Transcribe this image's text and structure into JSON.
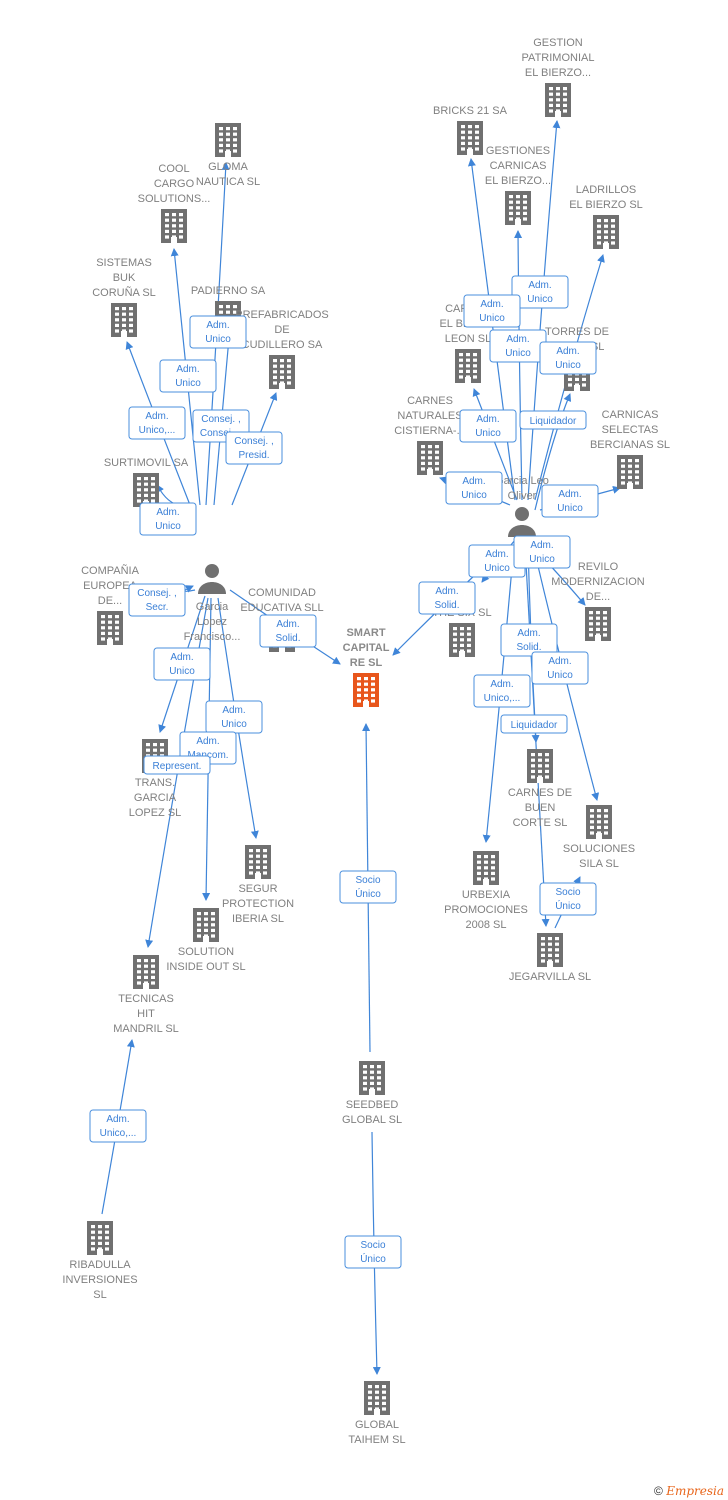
{
  "colors": {
    "edge": "#3f85d8",
    "node": "#707070",
    "focus": "#e8561c",
    "label": "#808080",
    "box_border": "#4a8fde"
  },
  "focus_node": "smart",
  "nodes": [
    {
      "id": "gloma",
      "kind": "company",
      "label": [
        "GLOMA",
        "NAUTICA SL"
      ]
    },
    {
      "id": "cool",
      "kind": "company",
      "label": [
        "COOL",
        "CARGO",
        "SOLUTIONS..."
      ]
    },
    {
      "id": "sistemas",
      "kind": "company",
      "label": [
        "SISTEMAS",
        "BUK",
        "CORUÑA SL"
      ]
    },
    {
      "id": "padierno",
      "kind": "company",
      "label": [
        "PADIERNO SA"
      ]
    },
    {
      "id": "prefab",
      "kind": "company",
      "label": [
        "PREFABRICADOS",
        "DE",
        "CUDILLERO SA"
      ]
    },
    {
      "id": "surtimovil",
      "kind": "company",
      "label": [
        "SURTIMOVIL SA"
      ]
    },
    {
      "id": "garcia_lopez",
      "kind": "person",
      "label": [
        "Garcia",
        "Lopez",
        "Francisco..."
      ]
    },
    {
      "id": "compania",
      "kind": "company",
      "label": [
        "COMPAÑIA",
        "EUROPEA",
        "DE..."
      ]
    },
    {
      "id": "comunidad",
      "kind": "company",
      "label": [
        "COMUNIDAD",
        "EDUCATIVA SLL"
      ]
    },
    {
      "id": "smart",
      "kind": "company",
      "label": [
        "SMART",
        "CAPITAL",
        "RE  SL"
      ]
    },
    {
      "id": "trans",
      "kind": "company",
      "label": [
        "TRANS.",
        "GARCIA",
        "LOPEZ SL"
      ]
    },
    {
      "id": "segur",
      "kind": "company",
      "label": [
        "SEGUR",
        "PROTECTION",
        "IBERIA SL"
      ]
    },
    {
      "id": "solution",
      "kind": "company",
      "label": [
        "SOLUTION",
        "INSIDE OUT SL"
      ]
    },
    {
      "id": "tecnicas",
      "kind": "company",
      "label": [
        "TECNICAS",
        "HIT",
        "MANDRIL SL"
      ]
    },
    {
      "id": "ribadulla",
      "kind": "company",
      "label": [
        "RIBADULLA",
        "INVERSIONES",
        "SL"
      ]
    },
    {
      "id": "seedbed",
      "kind": "company",
      "label": [
        "SEEDBED",
        "GLOBAL  SL"
      ]
    },
    {
      "id": "taihem",
      "kind": "company",
      "label": [
        "GLOBAL",
        "TAIHEM SL"
      ]
    },
    {
      "id": "gestion",
      "kind": "company",
      "label": [
        "GESTION",
        "PATRIMONIAL",
        "EL BIERZO..."
      ]
    },
    {
      "id": "bricks",
      "kind": "company",
      "label": [
        "BRICKS 21 SA"
      ]
    },
    {
      "id": "gestiones",
      "kind": "company",
      "label": [
        "GESTIONES",
        "CARNICAS",
        "EL BIERZO..."
      ]
    },
    {
      "id": "ladrillos",
      "kind": "company",
      "label": [
        "LADRILLOS",
        "EL BIERZO SL"
      ]
    },
    {
      "id": "carnes_leon",
      "kind": "company",
      "label": [
        "CARNES",
        "EL BIERZO",
        "LEON SL"
      ]
    },
    {
      "id": "torres",
      "kind": "company",
      "label": [
        "TORRES DE",
        "MARTE SL"
      ]
    },
    {
      "id": "carnes_nat",
      "kind": "company",
      "label": [
        "CARNES",
        "NATURALES",
        "CISTIERNA-..."
      ]
    },
    {
      "id": "carnicas",
      "kind": "company",
      "label": [
        "CARNICAS",
        "SELECTAS",
        "BERCIANAS SL"
      ]
    },
    {
      "id": "garcia_leo",
      "kind": "person",
      "label": [
        "Garcia Leo",
        "Oliver"
      ]
    },
    {
      "id": "les",
      "kind": "company",
      "label": [
        "LES",
        "THE SIX SL"
      ]
    },
    {
      "id": "revilo",
      "kind": "company",
      "label": [
        "REVILO",
        "MODERNIZACION",
        "DE..."
      ]
    },
    {
      "id": "carnes_buen",
      "kind": "company",
      "label": [
        "CARNES DE",
        "BUEN",
        "CORTE SL"
      ]
    },
    {
      "id": "soluciones",
      "kind": "company",
      "label": [
        "SOLUCIONES",
        "SILA SL"
      ]
    },
    {
      "id": "urbexia",
      "kind": "company",
      "label": [
        "URBEXIA",
        "PROMOCIONES",
        "2008 SL"
      ]
    },
    {
      "id": "jegarvilla",
      "kind": "company",
      "label": [
        "JEGARVILLA SL"
      ]
    }
  ],
  "edges": [
    {
      "from": "garcia_lopez",
      "to": "gloma",
      "label": [
        "Adm.",
        "Unico"
      ]
    },
    {
      "from": "garcia_lopez",
      "to": "cool",
      "label": [
        "Adm.",
        "Unico"
      ]
    },
    {
      "from": "garcia_lopez",
      "to": "sistemas",
      "label": [
        "Adm.",
        "Unico,..."
      ]
    },
    {
      "from": "garcia_lopez",
      "to": "padierno",
      "label": [
        "Consej. ,",
        "Consej...."
      ]
    },
    {
      "from": "garcia_lopez",
      "to": "prefab",
      "label": [
        "Consej. ,",
        "Presid."
      ]
    },
    {
      "from": "garcia_lopez",
      "to": "surtimovil",
      "label": [
        "Adm.",
        "Unico"
      ]
    },
    {
      "from": "garcia_lopez",
      "to": "compania",
      "label": [
        "Consej. ,",
        "Secr."
      ]
    },
    {
      "from": "garcia_lopez",
      "to": "smart",
      "label": [
        "Adm.",
        "Solid."
      ]
    },
    {
      "from": "garcia_lopez",
      "to": "trans",
      "label": [
        "Adm.",
        "Unico"
      ]
    },
    {
      "from": "garcia_lopez",
      "to": "segur",
      "label": [
        "Adm.",
        "Unico"
      ]
    },
    {
      "from": "garcia_lopez",
      "to": "solution",
      "label": [
        "Adm.",
        "Mancom."
      ]
    },
    {
      "from": "garcia_lopez",
      "to": "tecnicas",
      "label": [
        "Represent."
      ]
    },
    {
      "from": "ribadulla",
      "to": "tecnicas",
      "label": [
        "Adm.",
        "Unico,..."
      ]
    },
    {
      "from": "seedbed",
      "to": "smart",
      "label": [
        "Socio",
        "Único"
      ]
    },
    {
      "from": "seedbed",
      "to": "taihem",
      "label": [
        "Socio",
        "Único"
      ]
    },
    {
      "from": "garcia_leo",
      "to": "gestion",
      "label": [
        "Adm.",
        "Unico"
      ]
    },
    {
      "from": "garcia_leo",
      "to": "bricks",
      "label": [
        "Adm.",
        "Unico"
      ]
    },
    {
      "from": "garcia_leo",
      "to": "gestiones",
      "label": [
        "Adm.",
        "Unico"
      ]
    },
    {
      "from": "garcia_leo",
      "to": "ladrillos",
      "label": [
        "Adm.",
        "Unico"
      ]
    },
    {
      "from": "garcia_leo",
      "to": "carnes_leon",
      "label": [
        "Adm.",
        "Unico"
      ]
    },
    {
      "from": "garcia_leo",
      "to": "torres",
      "label": [
        "Liquidador"
      ]
    },
    {
      "from": "garcia_leo",
      "to": "carnes_nat",
      "label": [
        "Adm.",
        "Unico"
      ]
    },
    {
      "from": "garcia_leo",
      "to": "carnicas",
      "label": [
        "Adm.",
        "Unico"
      ]
    },
    {
      "from": "garcia_leo",
      "to": "les",
      "label": [
        "Adm.",
        "Unico"
      ]
    },
    {
      "from": "garcia_leo",
      "to": "smart",
      "label": [
        "Adm.",
        "Solid."
      ]
    },
    {
      "from": "garcia_leo",
      "to": "revilo",
      "label": [
        "Adm.",
        "Unico"
      ]
    },
    {
      "from": "garcia_leo",
      "to": "carnes_buen",
      "label": [
        "Adm.",
        "Solid."
      ]
    },
    {
      "from": "garcia_leo",
      "to": "soluciones",
      "label": [
        "Adm.",
        "Unico"
      ]
    },
    {
      "from": "garcia_leo",
      "to": "urbexia",
      "label": [
        "Adm.",
        "Unico,..."
      ]
    },
    {
      "from": "garcia_leo",
      "to": "jegarvilla",
      "label": [
        "Liquidador"
      ]
    },
    {
      "from": "soluciones",
      "to": "jegarvilla",
      "label": [
        "Socio",
        "Único"
      ]
    }
  ],
  "footer": {
    "copyright": "©",
    "brand": "Empresia"
  }
}
